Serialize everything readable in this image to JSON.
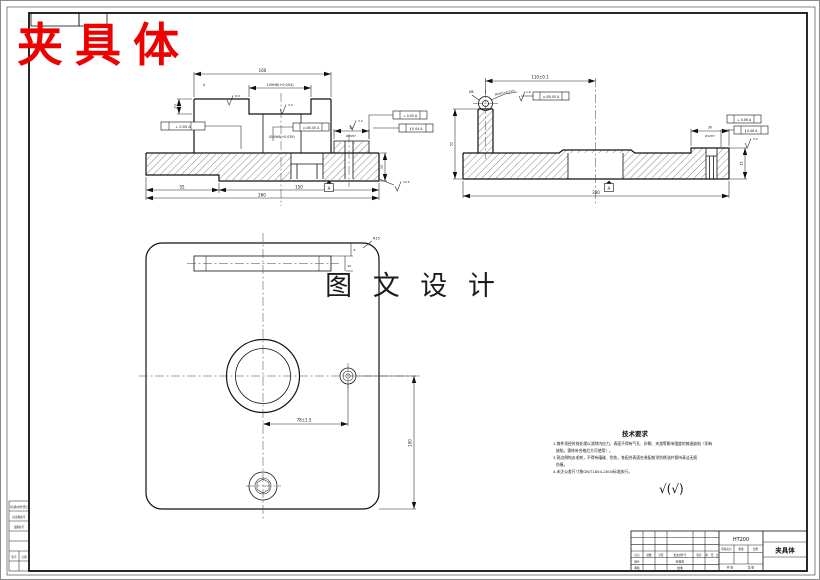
{
  "sheet": {
    "title": "夹具体",
    "watermark": "图 文 设 计",
    "finish_note": "√(√)",
    "accent_red": "#ee0000",
    "line_color": "#111111"
  },
  "tech": {
    "title": "技术要求",
    "lines": [
      "1.铸件须经时效处理以消除内应力，表面不得有气孔、砂眼、夹渣等影响强度的铸造缺陷（如有",
      "缺陷，需修补合格后方可使用）。",
      "3.锐边倒钝去毛刺，不得有磕碰、划伤，各配合表面在装配前涂防锈油并保持清洁无损",
      "伤痕。",
      "4.未注公差尺寸按GB/T1804-2000标准执行。"
    ]
  },
  "front": {
    "d160": "160",
    "d100": "100H8(+0.054)",
    "d4": "4",
    "d20": "20",
    "d15": "15",
    "d30": "30",
    "d20h7": "Ø20H7",
    "bore": "Ø40H8(+0.039)",
    "d55": "55",
    "d150": "150",
    "d260": "260",
    "f1": "⊥ 0.05 A",
    "f2": "◎ Ø0.05 A",
    "f3": "⊥ 0.05 A",
    "f4": "∥ 0.04 A",
    "ra63": "6.3",
    "ra32a": "3.2",
    "ra32b": "3.2",
    "ra125": "12.5",
    "datum": "A"
  },
  "side": {
    "d110": "110±0.1",
    "d8": "Ø8",
    "d8h7": "Ø8H7(+0.015)",
    "ra16": "1.6",
    "fpos": "◎ Ø0.05 A",
    "d52": "52",
    "d330": "330",
    "d30": "30",
    "d12": "Ø12H7",
    "fperp": "⊥ 0.06 A",
    "fpar": "∥ 0.06 A",
    "ra32": "3.2",
    "d15": "15",
    "datum": "A"
  },
  "plan": {
    "d78": "78±1.5",
    "d100": "100",
    "r15": "R15",
    "d8": "8",
    "d25": "25"
  },
  "tb": {
    "header": [
      "标记",
      "处数",
      "分区",
      "更改文件号",
      "签名",
      "年、月、日"
    ],
    "sign": [
      "设计",
      "审核",
      "标准化",
      "批准"
    ],
    "material": "HT200",
    "stage": "阶段标记",
    "weight": "重量",
    "scale": "比例",
    "total": "共 张",
    "page": "第 张",
    "name": "夹具体"
  },
  "edge": {
    "rows": [
      "借(通)用件登记",
      "旧底图总号",
      "底图总号",
      "签字",
      "日期"
    ]
  }
}
